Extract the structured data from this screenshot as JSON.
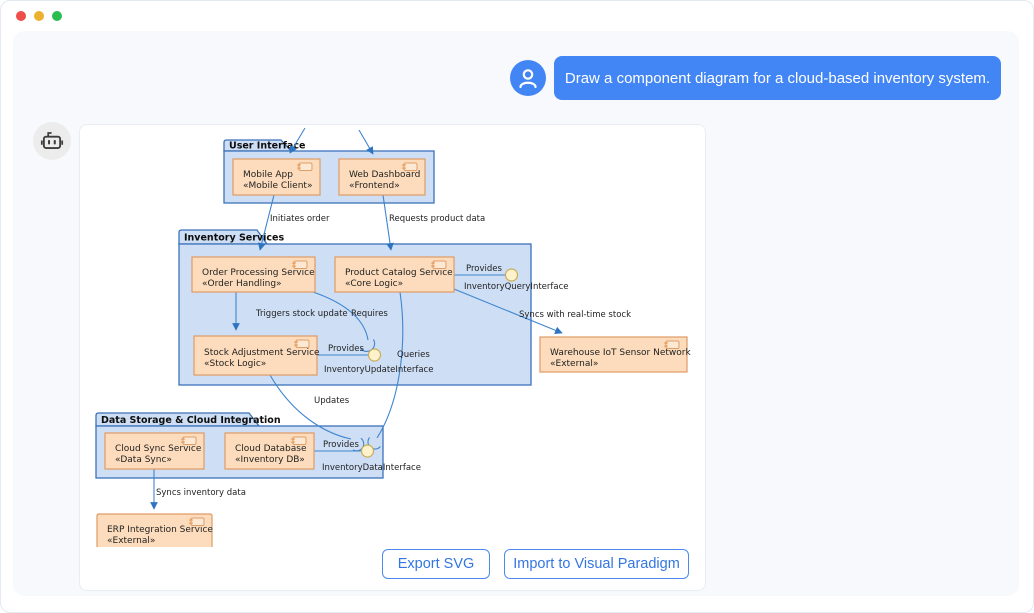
{
  "chat": {
    "user_message": "Draw a component diagram for a cloud-based inventory system."
  },
  "actions": {
    "export_svg": "Export SVG",
    "import_vp": "Import to Visual Paradigm"
  },
  "colors": {
    "accent_blue": "#4285f4",
    "package_fill": "#cddef5",
    "package_border": "#3c72b8",
    "component_fill": "#fcdcbc",
    "component_border": "#e09b64",
    "connector_blue": "#3f86cf",
    "lollipop_fill": "#fdf2cc",
    "traffic_red": "#ef4d47",
    "traffic_yellow": "#ecb02f",
    "traffic_green": "#2dbd4f"
  },
  "diagram": {
    "packages": [
      {
        "title": "User Interface"
      },
      {
        "title": "Inventory Services"
      },
      {
        "title": "Data Storage & Cloud Integration"
      }
    ],
    "components": [
      {
        "name": "Mobile App",
        "stereotype": "«Mobile Client»"
      },
      {
        "name": "Web Dashboard",
        "stereotype": "«Frontend»"
      },
      {
        "name": "Order Processing Service",
        "stereotype": "«Order Handling»"
      },
      {
        "name": "Product Catalog Service",
        "stereotype": "«Core Logic»"
      },
      {
        "name": "Stock Adjustment Service",
        "stereotype": "«Stock Logic»"
      },
      {
        "name": "Warehouse IoT Sensor Network",
        "stereotype": "«External»"
      },
      {
        "name": "Cloud Sync Service",
        "stereotype": "«Data Sync»"
      },
      {
        "name": "Cloud Database",
        "stereotype": "«Inventory DB»"
      },
      {
        "name": "ERP Integration Service",
        "stereotype": "«External»"
      }
    ],
    "edges": {
      "initiates": "Initiates order",
      "requests": "Requests product data",
      "triggers": "Triggers stock update",
      "requires": "Requires",
      "queries": "Queries",
      "updates": "Updates",
      "syncs_stock": "Syncs with real-time stock",
      "syncs_data": "Syncs inventory data"
    },
    "interfaces": [
      {
        "provides": "Provides",
        "name": "InventoryQueryInterface"
      },
      {
        "provides": "Provides",
        "name": "InventoryUpdateInterface"
      },
      {
        "provides": "Provides",
        "name": "InventoryDataInterface"
      }
    ]
  }
}
